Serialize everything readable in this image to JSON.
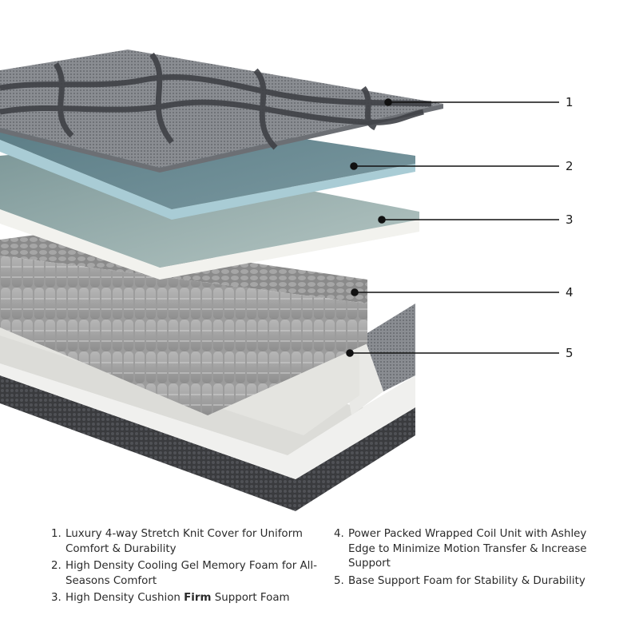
{
  "diagram": {
    "subject": "mattress-layers-exploded-view",
    "colors": {
      "cover_top": "#7c7f84",
      "cover_pattern": "#3f4146",
      "gel_foam": "#5f7f87",
      "gel_foam_edge": "#a9cdd6",
      "firm_foam": "#8aa3a3",
      "firm_foam_edge": "#f2f2ee",
      "coil": "#9a9a9a",
      "base_foam": "#e6e6e2",
      "base_cover": "#3c3d40",
      "leader_line": "#111111"
    },
    "callouts": [
      {
        "id": "1",
        "label": "1"
      },
      {
        "id": "2",
        "label": "2"
      },
      {
        "id": "3",
        "label": "3"
      },
      {
        "id": "4",
        "label": "4"
      },
      {
        "id": "5",
        "label": "5"
      }
    ]
  },
  "legend": {
    "items": [
      {
        "num": "1.",
        "text": "Luxury 4-way Stretch Knit Cover for Uniform Comfort & Durability"
      },
      {
        "num": "2.",
        "text": "High Density Cooling Gel Memory Foam for All-Seasons Comfort"
      },
      {
        "num": "3.",
        "text_before": "High Density Cushion ",
        "text_bold": "Firm",
        "text_after": " Support Foam"
      },
      {
        "num": "4.",
        "text": "Power Packed Wrapped Coil Unit with Ashley Edge to Minimize Motion Transfer & Increase Support"
      },
      {
        "num": "5.",
        "text": "Base Support Foam for Stability & Durability"
      }
    ]
  }
}
